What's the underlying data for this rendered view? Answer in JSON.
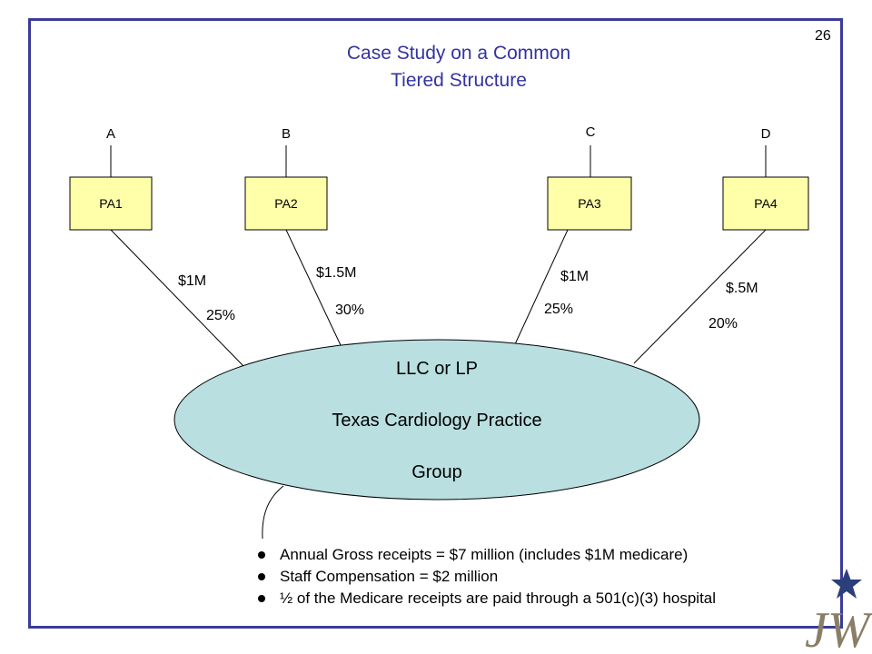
{
  "page_number": "26",
  "title_lines": [
    "Case Study on a Common",
    "Tiered Structure"
  ],
  "owners": [
    "A",
    "B",
    "C",
    "D"
  ],
  "entities": [
    "PA1",
    "PA2",
    "PA3",
    "PA4"
  ],
  "links": [
    {
      "amount": "$1M",
      "percent": "25%"
    },
    {
      "amount": "$1.5M",
      "percent": "30%"
    },
    {
      "amount": "$1M",
      "percent": "25%"
    },
    {
      "amount": "$.5M",
      "percent": "20%"
    }
  ],
  "center_lines": [
    "LLC or LP",
    "Texas Cardiology Practice",
    "Group"
  ],
  "notes": [
    "Annual Gross receipts = $7 million (includes $1M medicare)",
    "Staff Compensation = $2 million",
    "½ of the Medicare receipts are paid through a 501(c)(3) hospital"
  ],
  "colors": {
    "frame": "#3b3b9a",
    "title": "#3333a0",
    "box_fill": "#ffffaa",
    "ellipse_fill": "#b9dfe0",
    "logo_star": "#2b3f7a",
    "logo_text": "#8a7e66"
  },
  "logo": {
    "icon": "star-icon",
    "text": "JW"
  }
}
